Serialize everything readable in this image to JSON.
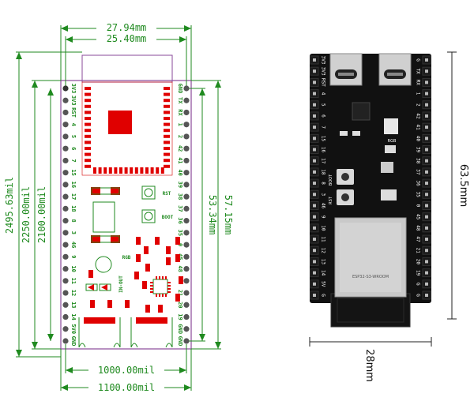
{
  "layout_drawing": {
    "dims": {
      "width_outer": "27.94mm",
      "width_inner": "25.40mm",
      "height_1": "2495.63mil",
      "height_2": "2250.00mil",
      "height_3": "2100.00mil",
      "height_4": "53.34mm",
      "height_5": "57.15mm",
      "bottom_inner": "1000.00mil",
      "bottom_outer": "1100.00mil"
    },
    "left_pins": [
      "3V3",
      "3V3",
      "RST",
      "4",
      "5",
      "6",
      "7",
      "15",
      "16",
      "17",
      "18",
      "8",
      "3",
      "46",
      "9",
      "10",
      "11",
      "12",
      "13",
      "14",
      "5V0",
      "GND"
    ],
    "right_pins": [
      "GND",
      "TX",
      "RX",
      "1",
      "2",
      "42",
      "41",
      "40",
      "39",
      "38",
      "37",
      "36",
      "35",
      "0",
      "45",
      "48",
      "47",
      "21",
      "20",
      "19",
      "GND",
      "GND"
    ],
    "board_labels": {
      "rst": "RST",
      "boot": "BOOT",
      "rgb": "RGB",
      "in_out": "IN-OUT"
    }
  },
  "photo": {
    "height_label": "63.5mm",
    "width_label": "28mm",
    "left_pins": [
      "3V3",
      "3V3",
      "RST",
      "4",
      "5",
      "6",
      "7",
      "15",
      "16",
      "17",
      "18",
      "8",
      "3",
      "46",
      "9",
      "10",
      "11",
      "12",
      "13",
      "14",
      "5V",
      "G"
    ],
    "right_pins": [
      "G",
      "TX",
      "RX",
      "1",
      "2",
      "42",
      "41",
      "40",
      "39",
      "38",
      "37",
      "36",
      "35",
      "0",
      "45",
      "48",
      "47",
      "21",
      "20",
      "19",
      "G",
      "G"
    ],
    "labels": {
      "rgb": "RGB",
      "boot": "BOOT",
      "rst": "RST",
      "module_text": "ESP32-S3-WROOM"
    }
  }
}
